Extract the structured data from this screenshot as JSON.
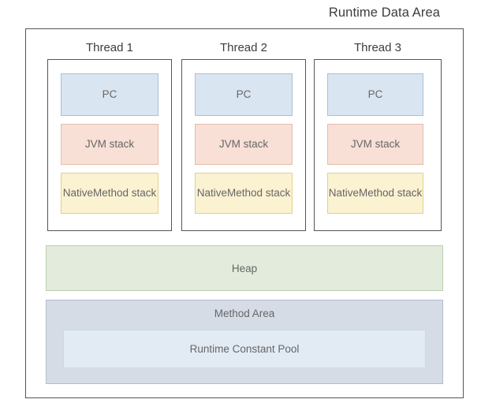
{
  "diagram": {
    "title": "Runtime Data Area",
    "type": "block-diagram",
    "colors": {
      "canvas_background": "#ffffff",
      "frame_border": "#555555",
      "title_text": "#3d3d3d",
      "box_text": "#666666",
      "pc_fill": "#dae5f2",
      "pc_border": "#a8c0d8",
      "jvm_stack_fill": "#f8e0d7",
      "jvm_stack_border": "#e5bda9",
      "native_stack_fill": "#fbf2d2",
      "native_stack_border": "#e3d089",
      "heap_fill": "#e3ecdc",
      "heap_border": "#bbcdb0",
      "method_area_fill": "#d6dce6",
      "method_area_border": "#b2bdcb",
      "runtime_constant_pool_fill": "#e2eaf4",
      "runtime_constant_pool_border": "#cdd8e6"
    }
  },
  "threads": [
    {
      "label": "Thread 1",
      "regions": [
        {
          "label": "PC"
        },
        {
          "label": "JVM stack"
        },
        {
          "label": "Native\nMethod stack",
          "line1": "Native",
          "line2": "Method stack"
        }
      ]
    },
    {
      "label": "Thread 2",
      "regions": [
        {
          "label": "PC"
        },
        {
          "label": "JVM stack"
        },
        {
          "label": "Native\nMethod stack",
          "line1": "Native",
          "line2": "Method stack"
        }
      ]
    },
    {
      "label": "Thread 3",
      "regions": [
        {
          "label": "PC"
        },
        {
          "label": "JVM stack"
        },
        {
          "label": "Native\nMethod stack",
          "line1": "Native",
          "line2": "Method stack"
        }
      ]
    }
  ],
  "shared": {
    "heap": {
      "label": "Heap"
    },
    "method_area": {
      "label": "Method Area",
      "runtime_constant_pool": {
        "label": "Runtime Constant Pool"
      }
    }
  }
}
